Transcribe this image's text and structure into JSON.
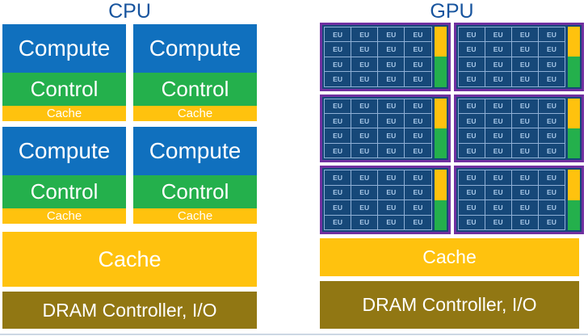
{
  "cpu": {
    "title": "CPU",
    "cores": {
      "count": 4,
      "compute_label": "Compute",
      "control_label": "Control",
      "cache_label": "Cache"
    },
    "shared_cache_label": "Cache",
    "dram_label": "DRAM Controller, I/O"
  },
  "gpu": {
    "title": "GPU",
    "subslices": {
      "count": 6,
      "eu_columns": 4,
      "eu_rows": 4,
      "eu_label": "EU"
    },
    "shared_cache_label": "Cache",
    "dram_label": "DRAM Controller, I/O"
  },
  "colors": {
    "cpu_compute_blue": "#1070BE",
    "control_green": "#24B04C",
    "cache_yellow": "#FFC20E",
    "dram_olive": "#917713",
    "gpu_block_navy": "#164879",
    "subslice_border_purple": "#7030A0",
    "eu_grid_line": "#8FB0D6",
    "eu_text": "#A9C9E9",
    "title_text": "#17549E"
  }
}
